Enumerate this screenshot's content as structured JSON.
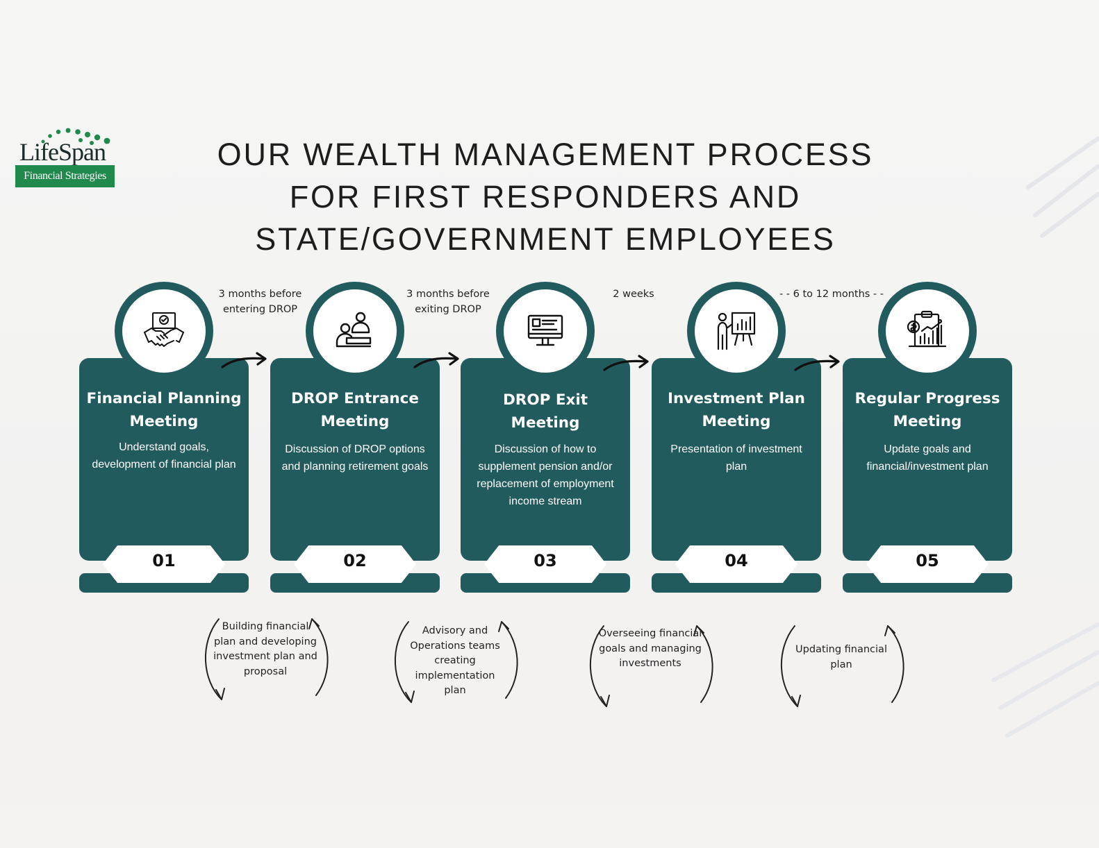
{
  "brand": {
    "logo_name": "LifeSpan",
    "logo_tagline": "Financial Strategies",
    "logo_green": "#1f8a4c"
  },
  "title": {
    "line1": "OUR WEALTH MANAGEMENT PROCESS",
    "line2": "FOR FIRST RESPONDERS AND",
    "line3": "STATE/GOVERNMENT EMPLOYEES"
  },
  "colors": {
    "card": "#225b5d",
    "text_on_card": "#ffffff",
    "arrow": "#111111"
  },
  "steps": [
    {
      "number": "01",
      "title": "Financial Planning Meeting",
      "description": "Understand goals, development of financial plan",
      "icon": "handshake-icon"
    },
    {
      "number": "02",
      "title": "DROP Entrance Meeting",
      "description": "Discussion of DROP options and planning retirement goals",
      "icon": "meeting-people-icon"
    },
    {
      "number": "03",
      "title": "DROP Exit Meeting",
      "description": "Discussion of how to supplement pension and/or replacement of employment income stream",
      "icon": "computer-monitor-icon"
    },
    {
      "number": "04",
      "title": "Investment Plan Meeting",
      "description": "Presentation of investment plan",
      "icon": "presentation-board-icon"
    },
    {
      "number": "05",
      "title": "Regular Progress Meeting",
      "description": "Update goals and financial/investment plan",
      "icon": "financial-report-icon"
    }
  ],
  "timings": [
    "3 months before entering DROP",
    "3 months before exiting DROP",
    "2 weeks",
    "- - 6 to 12 months - -"
  ],
  "cycles": [
    "Building financial plan and developing investment plan and proposal",
    "Advisory and Operations teams creating implementation plan",
    "Overseeing financial goals and managing investments",
    "Updating financial plan"
  ]
}
